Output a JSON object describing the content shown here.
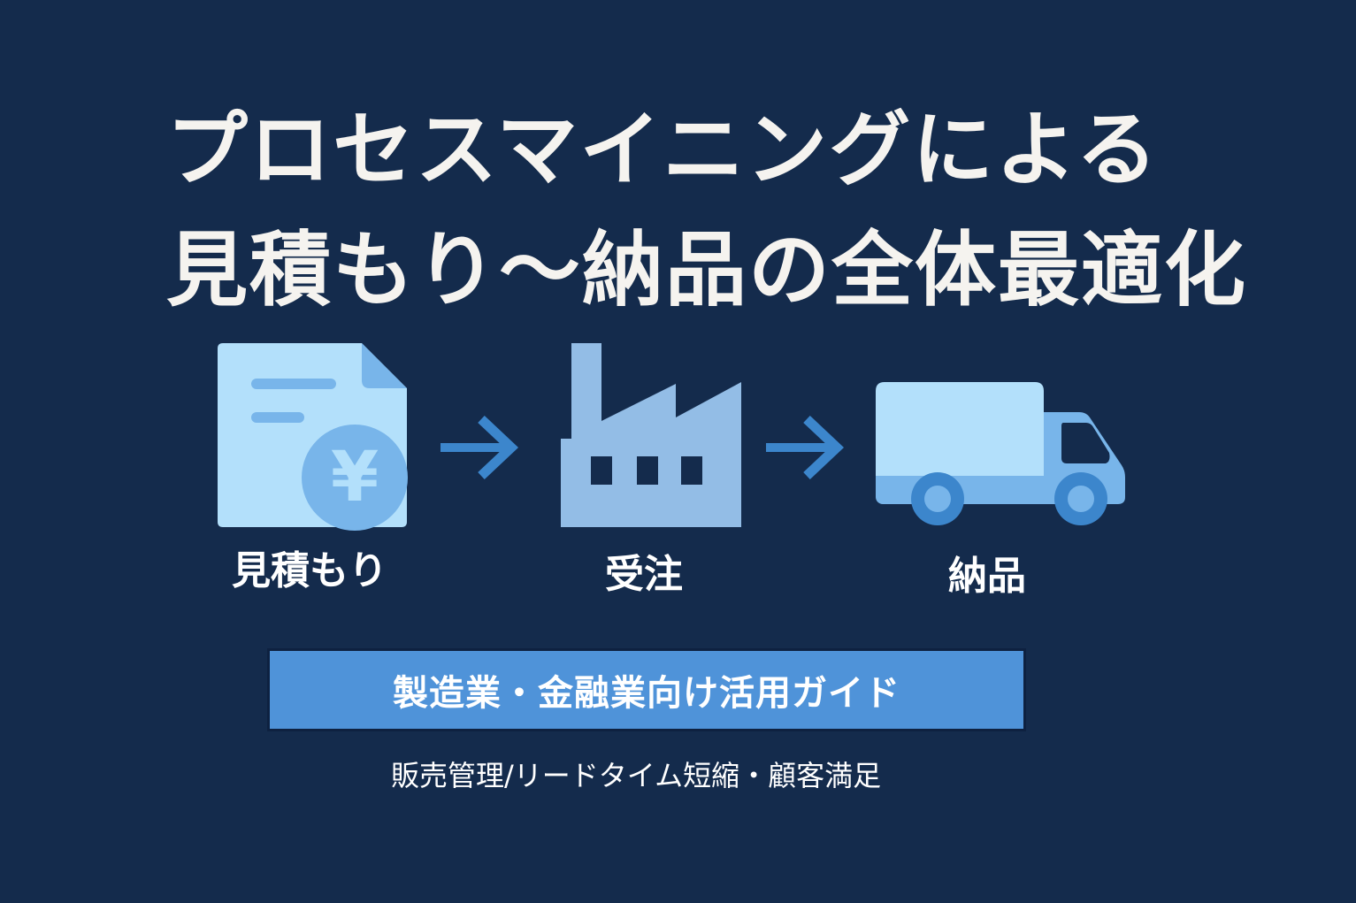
{
  "title": {
    "line1": "プロセスマイニングによる",
    "line2": "見積もり〜納品の全体最適化"
  },
  "flow": {
    "steps": [
      {
        "label": "見積もり",
        "icon": "quote-document-yen-icon"
      },
      {
        "label": "受注",
        "icon": "factory-icon"
      },
      {
        "label": "納品",
        "icon": "delivery-truck-icon"
      }
    ],
    "arrows": [
      "arrow-right-icon",
      "arrow-right-icon"
    ],
    "yen_symbol": "¥"
  },
  "banner": {
    "text": "製造業・金融業向け活用ガイド"
  },
  "subtitle": {
    "text": "販売管理/リードタイム短縮・顧客満足"
  },
  "colors": {
    "background": "#142b4c",
    "icon_light": "#b3e0fb",
    "icon_mid": "#78b5ea",
    "icon_dark": "#3c86cc",
    "factory": "#93bde6",
    "banner": "#4f93d9",
    "title_text": "#f5f3ef"
  }
}
